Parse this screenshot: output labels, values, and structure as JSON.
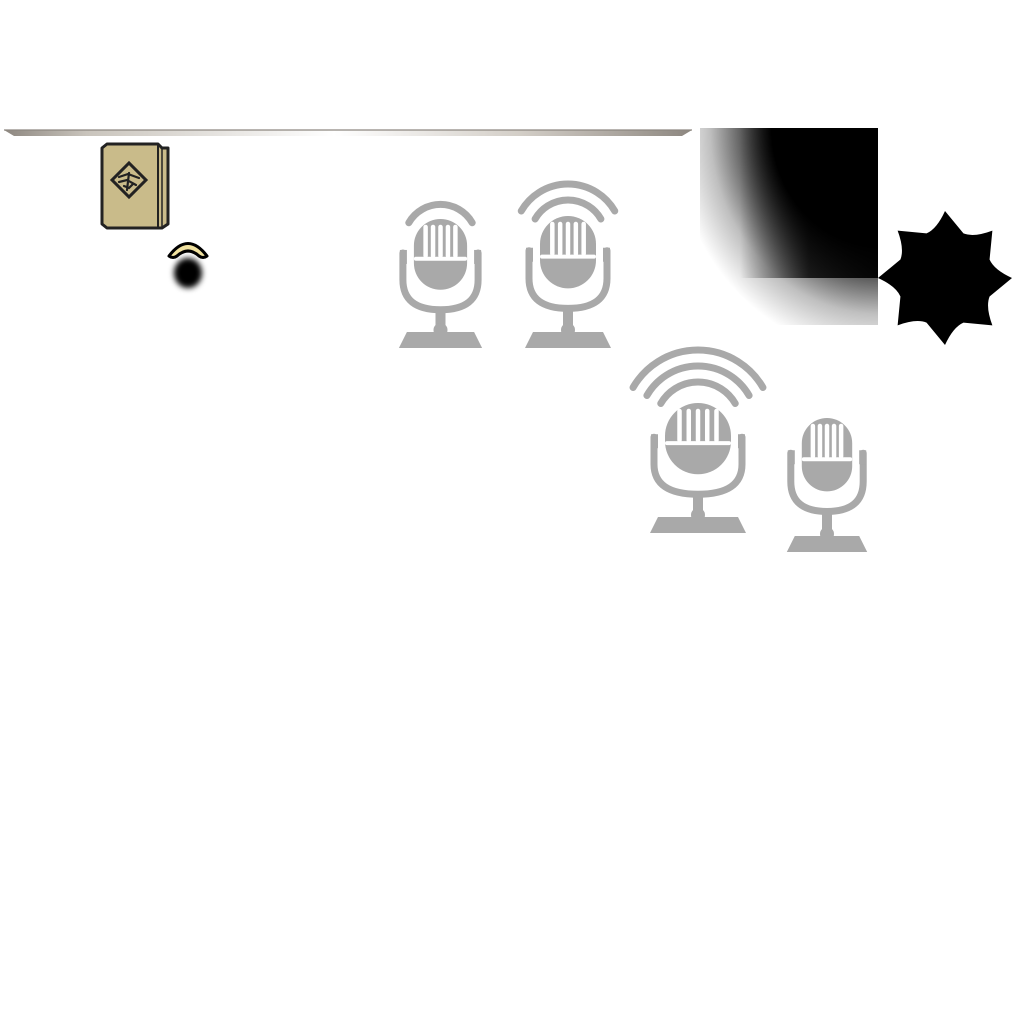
{
  "scene": {
    "background_color": "#ffffff"
  },
  "assets": {
    "divider": {
      "icon": "divider-bar",
      "color": "#b9b4ad",
      "edge_color": "#8d8780"
    },
    "item_card": {
      "icon": "emblem-card",
      "fill": "#c9bb8a",
      "border": "#222222",
      "emblem": "winged-sigil-icon"
    },
    "cursor": {
      "icon": "up-arrow-icon",
      "fill": "#f1e2a0",
      "shadow": "#000000"
    },
    "microphones": [
      {
        "icon": "microphone-icon",
        "signal_waves": 1,
        "color": "#a9a9a9"
      },
      {
        "icon": "microphone-icon",
        "signal_waves": 2,
        "color": "#a9a9a9"
      },
      {
        "icon": "microphone-icon",
        "signal_waves": 3,
        "color": "#a9a9a9"
      },
      {
        "icon": "microphone-icon",
        "signal_waves": 0,
        "color": "#a9a9a9"
      }
    ],
    "shadow_vignette": {
      "icon": "corner-shadow",
      "color": "#000000"
    },
    "burst": {
      "icon": "eight-point-burst-icon",
      "color": "#000000"
    }
  }
}
